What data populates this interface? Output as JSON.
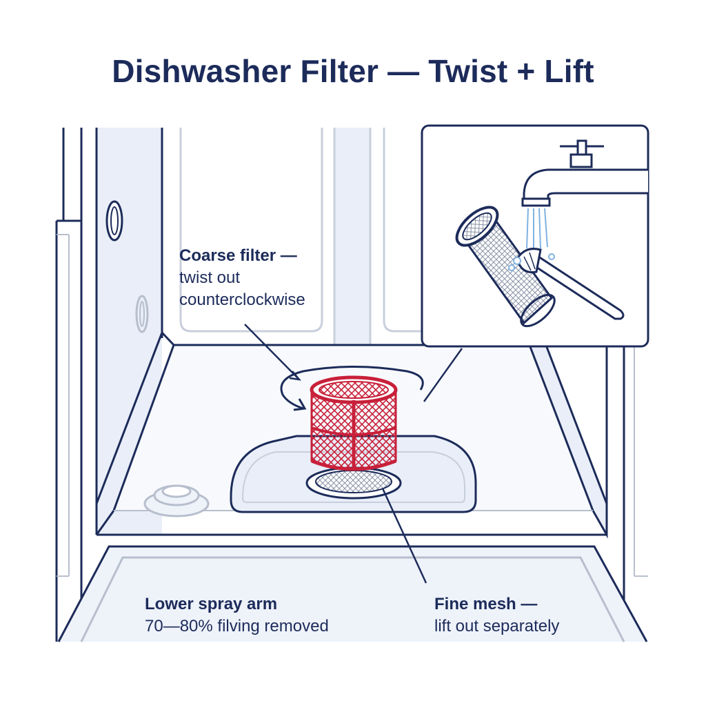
{
  "title": "Dishwasher Filter — Twist + Lift",
  "labels": {
    "coarse_filter": {
      "head": "Coarse filter —",
      "lines": [
        "twist out",
        "counterclockwise"
      ]
    },
    "spray_arm": {
      "head": "Lower spray arm",
      "line": "70—80% filving removed"
    },
    "fine_mesh": {
      "head": "Fine mesh —",
      "line": "lift out separately"
    }
  },
  "colors": {
    "navy": "#1c2b5a",
    "filter_red": "#c8203a",
    "light_fill": "#e9eef8",
    "gray_line": "#b7bfcd"
  },
  "icons": [
    "faucet-icon",
    "toothbrush-icon",
    "rotate-arrow-icon"
  ]
}
